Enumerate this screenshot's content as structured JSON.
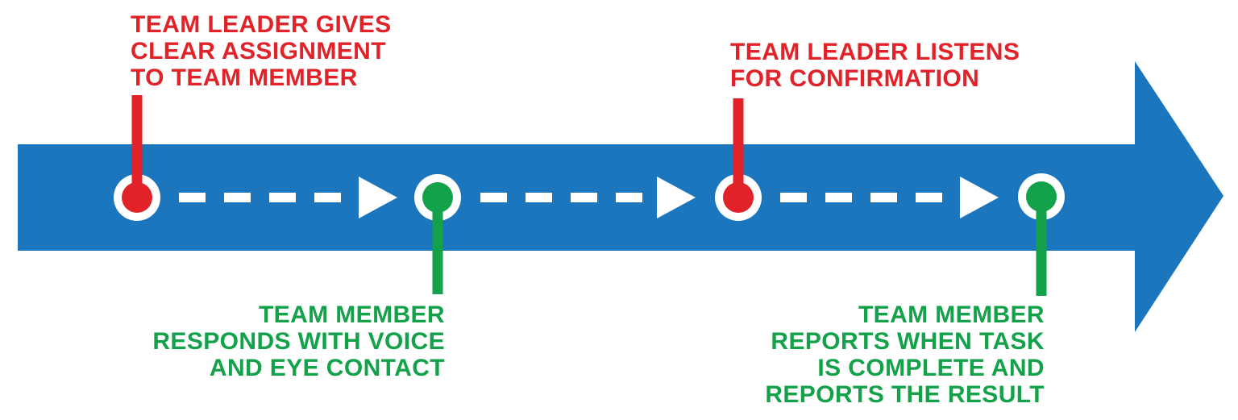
{
  "colors": {
    "blue": "#1b76bd",
    "red": "#e12329",
    "green": "#13a24a",
    "white": "#ffffff"
  },
  "flow": {
    "direction": "left-to-right",
    "connector_style": "dashed-arrow"
  },
  "steps": [
    {
      "order": 1,
      "marker": "red-dot",
      "label_position": "top",
      "label": "TEAM LEADER GIVES\nCLEAR ASSIGNMENT\nTO TEAM MEMBER"
    },
    {
      "order": 2,
      "marker": "green-dot",
      "label_position": "bottom",
      "label": "TEAM MEMBER\nRESPONDS WITH VOICE\nAND EYE CONTACT"
    },
    {
      "order": 3,
      "marker": "red-dot",
      "label_position": "top",
      "label": "TEAM LEADER LISTENS\nFOR CONFIRMATION"
    },
    {
      "order": 4,
      "marker": "green-dot",
      "label_position": "bottom",
      "label": "TEAM MEMBER\nREPORTS WHEN TASK\nIS COMPLETE AND\nREPORTS THE RESULT"
    }
  ]
}
